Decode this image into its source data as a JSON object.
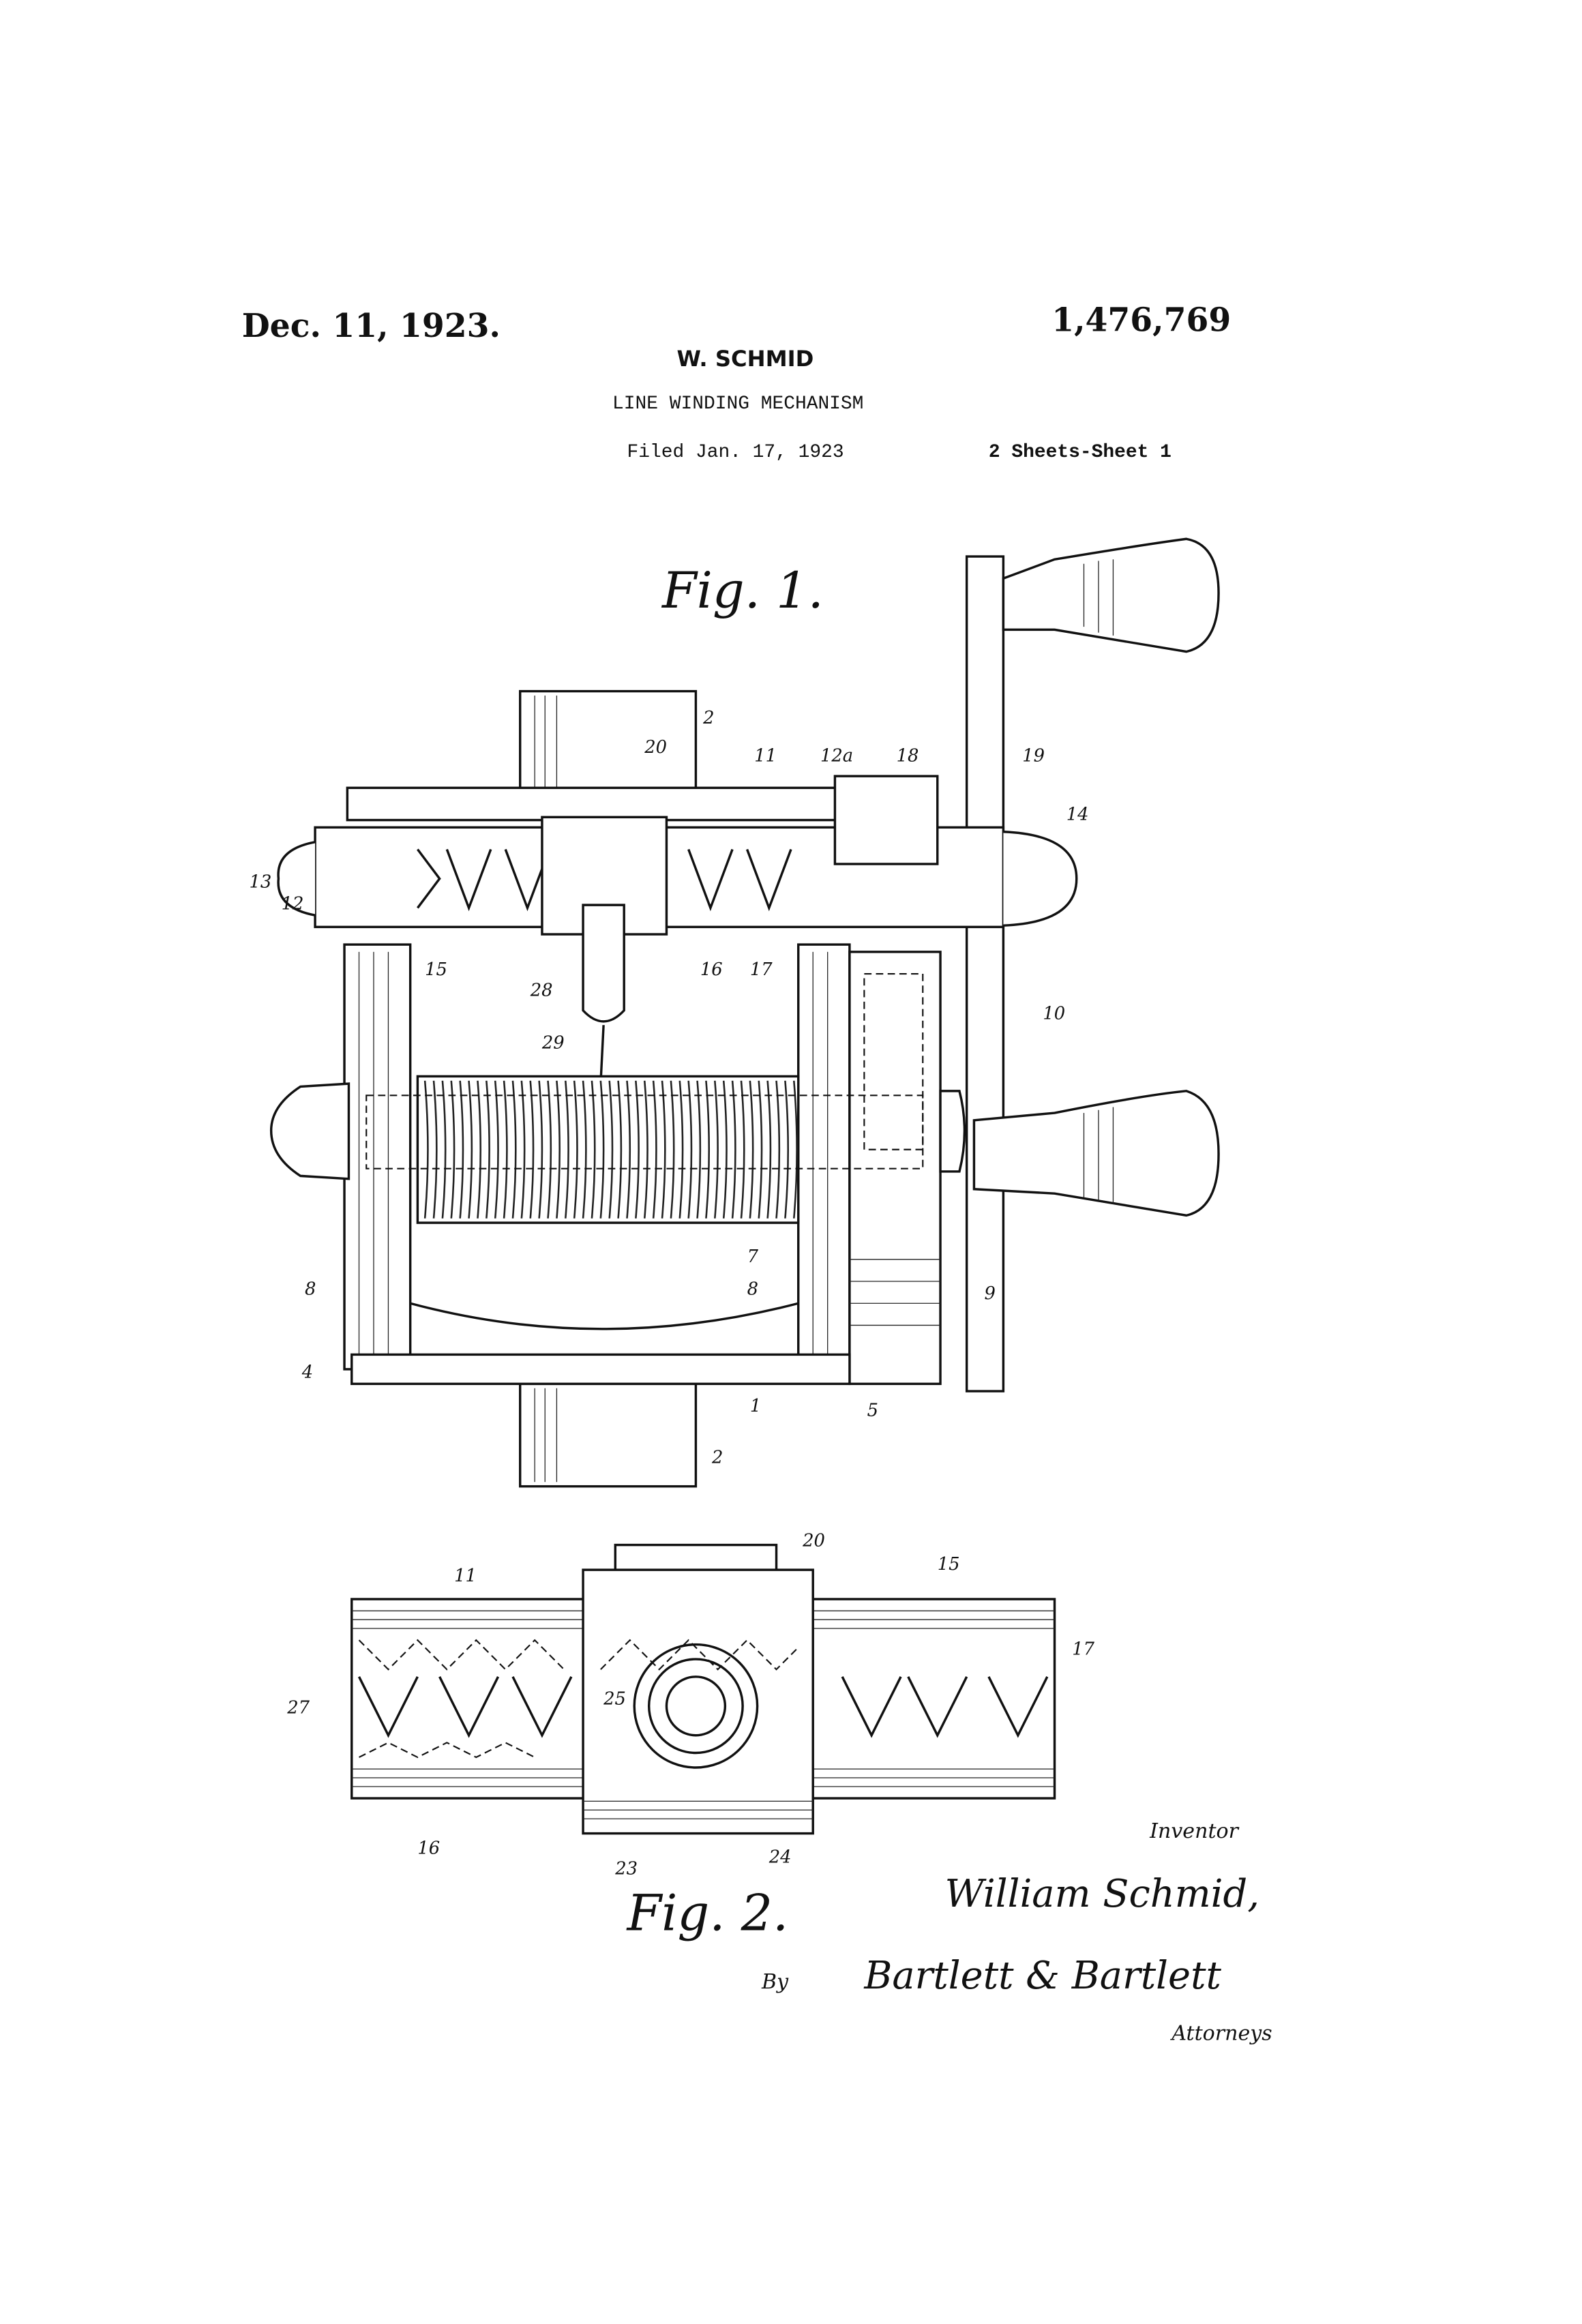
{
  "header": {
    "date": "Dec. 11, 1923.",
    "patent_number": "1,476,769",
    "inventor_name": "W. SCHMID",
    "title": "LINE WINDING MECHANISM",
    "filed": "Filed Jan. 17, 1923",
    "sheets": "2 Sheets-Sheet 1"
  },
  "figures": {
    "fig1_label": "Fig. 1.",
    "fig2_label": "Fig. 2."
  },
  "fig1_refs": [
    "2",
    "20",
    "11",
    "12a",
    "18",
    "19",
    "14",
    "13",
    "12",
    "15",
    "16",
    "17",
    "28",
    "10",
    "29",
    "7",
    "8",
    "8",
    "9",
    "4",
    "1",
    "5",
    "2"
  ],
  "fig2_refs": [
    "20",
    "11",
    "15",
    "17",
    "27",
    "25",
    "16",
    "23",
    "24"
  ],
  "signature": {
    "inventor_label": "Inventor",
    "inventor_signature": "William Schmid,",
    "by_label": "By",
    "attorney_signature": "Bartlett & Bartlett",
    "attorneys_label": "Attorneys"
  }
}
